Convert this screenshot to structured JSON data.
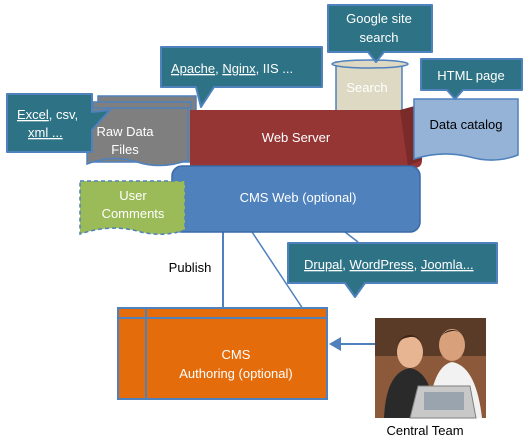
{
  "callouts": {
    "data_formats": {
      "parts": [
        "Excel",
        ", csv,",
        "xml",
        " ..."
      ]
    },
    "web_servers": {
      "parts": [
        "Apache",
        ", ",
        "Nginx",
        ", IIS ..."
      ]
    },
    "google_search": {
      "line1": "Google site",
      "line2": "search"
    },
    "html_page": {
      "label": "HTML page"
    },
    "cms_options": {
      "parts": [
        "Drupal",
        ", ",
        "WordPress",
        ", ",
        "Joomla..."
      ]
    }
  },
  "nodes": {
    "raw_data": {
      "line1": "Raw Data",
      "line2": "Files"
    },
    "search": {
      "label": "Search"
    },
    "web_server": {
      "label": "Web Server"
    },
    "data_catalog": {
      "label": "Data catalog"
    },
    "user_comments": {
      "line1": "User",
      "line2": "Comments"
    },
    "cms_web": {
      "label": "CMS Web (optional)"
    },
    "cms_authoring": {
      "line1": "CMS",
      "line2": "Authoring (optional)"
    }
  },
  "labels": {
    "publish": "Publish",
    "central_team": "Central Team"
  },
  "photo": {
    "subject": "two people at a laptop"
  },
  "colors": {
    "callout": "#2e7385",
    "web_server": "#953634",
    "cms_web": "#4f81bd",
    "cms_authoring": "#e46c0a",
    "user_comments": "#9bbb59",
    "data_catalog": "#95b3d7",
    "search_doc": "#ddd9c3",
    "raw_data": "#7f7f7f",
    "arrow": "#4f81bd"
  }
}
